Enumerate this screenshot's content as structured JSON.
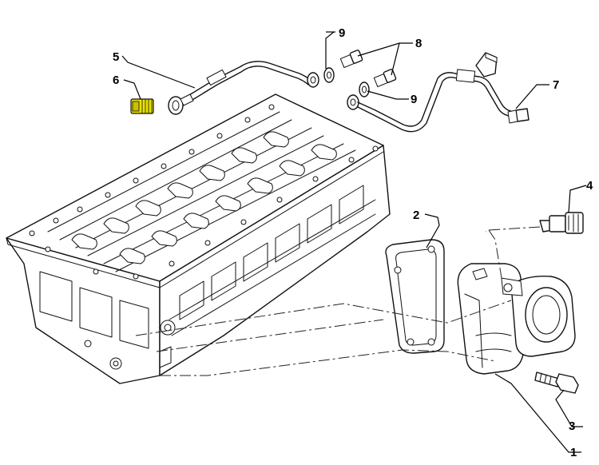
{
  "diagram": {
    "type": "exploded-parts-diagram",
    "callouts": [
      {
        "id": "c1",
        "label": "1"
      },
      {
        "id": "c2",
        "label": "2"
      },
      {
        "id": "c3",
        "label": "3"
      },
      {
        "id": "c4",
        "label": "4"
      },
      {
        "id": "c5",
        "label": "5"
      },
      {
        "id": "c6",
        "label": "6"
      },
      {
        "id": "c7",
        "label": "7"
      },
      {
        "id": "c8",
        "label": "8"
      },
      {
        "id": "c9a",
        "label": "9"
      },
      {
        "id": "c9b",
        "label": "9"
      }
    ],
    "colors": {
      "line": "#111111",
      "background": "#ffffff",
      "highlight": "#e8e000"
    }
  }
}
